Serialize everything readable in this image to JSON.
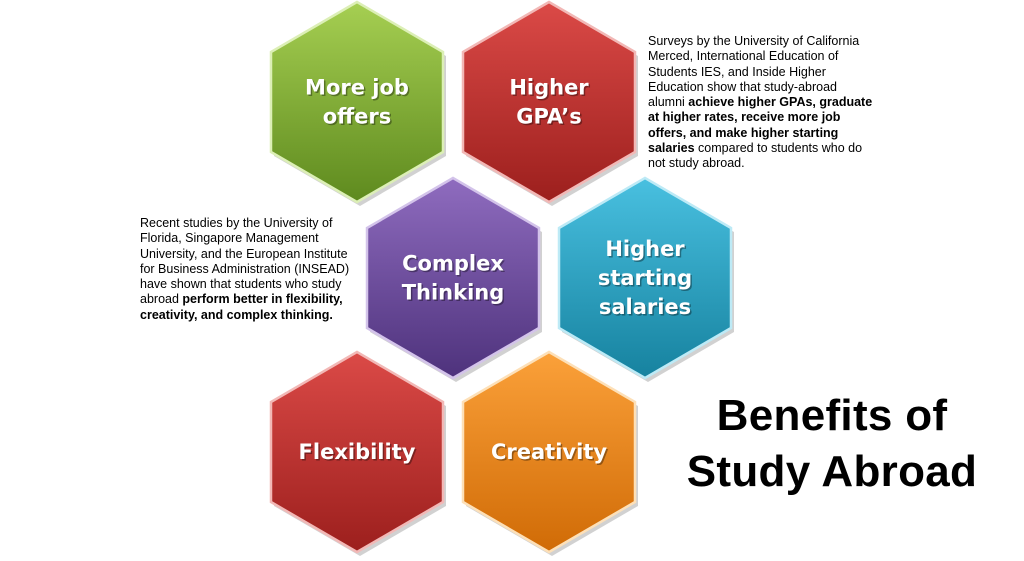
{
  "hexagons": [
    {
      "id": "more-job-offers",
      "lines": [
        "More job",
        "offers"
      ],
      "color_top": "#a6cf52",
      "color_bottom": "#5e8a1e",
      "stroke": "#dcefb6"
    },
    {
      "id": "higher-gpas",
      "lines": [
        "Higher",
        "GPA’s"
      ],
      "color_top": "#db4a47",
      "color_bottom": "#9c1f1d",
      "stroke": "#f2b8b6"
    },
    {
      "id": "complex-thinking",
      "lines": [
        "Complex",
        "Thinking"
      ],
      "color_top": "#8f6cbf",
      "color_bottom": "#4e327c",
      "stroke": "#d3c3ea"
    },
    {
      "id": "higher-starting-salaries",
      "lines": [
        "Higher",
        "starting",
        "salaries"
      ],
      "color_top": "#49c0e0",
      "color_bottom": "#16829f",
      "stroke": "#bdeaf6"
    },
    {
      "id": "flexibility",
      "lines": [
        "Flexibility"
      ],
      "color_top": "#db4a47",
      "color_bottom": "#9c1f1d",
      "stroke": "#f2b8b6"
    },
    {
      "id": "creativity",
      "lines": [
        "Creativity"
      ],
      "color_top": "#fba13a",
      "color_bottom": "#d06b06",
      "stroke": "#fde0b8"
    }
  ],
  "note_right": {
    "segments": [
      {
        "text": "Surveys by the University of California Merced, International Education of Students IES, and Inside Higher Education show that study-abroad alumni ",
        "bold": false
      },
      {
        "text": "achieve higher GPAs, graduate at higher rates, receive more job offers, and make higher starting salaries",
        "bold": true
      },
      {
        "text": " compared to students who do not study abroad.",
        "bold": false
      }
    ]
  },
  "note_left": {
    "segments": [
      {
        "text": "Recent studies by the University of Florida, Singapore Management University, and the European Institute for Business Administration (INSEAD) have shown that students who study abroad ",
        "bold": false
      },
      {
        "text": "perform better in flexibility, creativity, and complex thinking.",
        "bold": true
      }
    ]
  },
  "title": {
    "line1": "Benefits of",
    "line2": "Study Abroad"
  }
}
